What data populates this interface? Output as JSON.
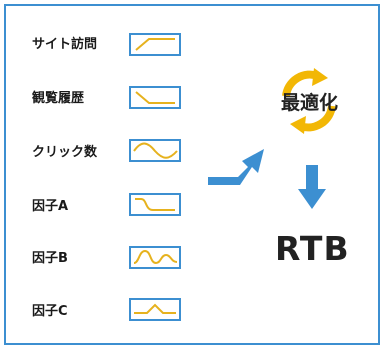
{
  "factors": [
    {
      "label": "サイト訪問",
      "curve": "step-up-icon"
    },
    {
      "label": "観覧履歴",
      "curve": "step-down-icon"
    },
    {
      "label": "クリック数",
      "curve": "sine-wave-icon"
    },
    {
      "label": "因子A",
      "curve": "decay-curve-icon"
    },
    {
      "label": "因子B",
      "curve": "oscillation-icon"
    },
    {
      "label": "因子C",
      "curve": "peak-curve-icon"
    }
  ],
  "optimize": {
    "label": "最適化",
    "icon": "cycle-arrows-icon"
  },
  "result": {
    "label": "RTB"
  },
  "colors": {
    "accent_blue": "#3c8fd1",
    "curve_yellow": "#e6b21e",
    "cycle_yellow": "#f2b705"
  }
}
